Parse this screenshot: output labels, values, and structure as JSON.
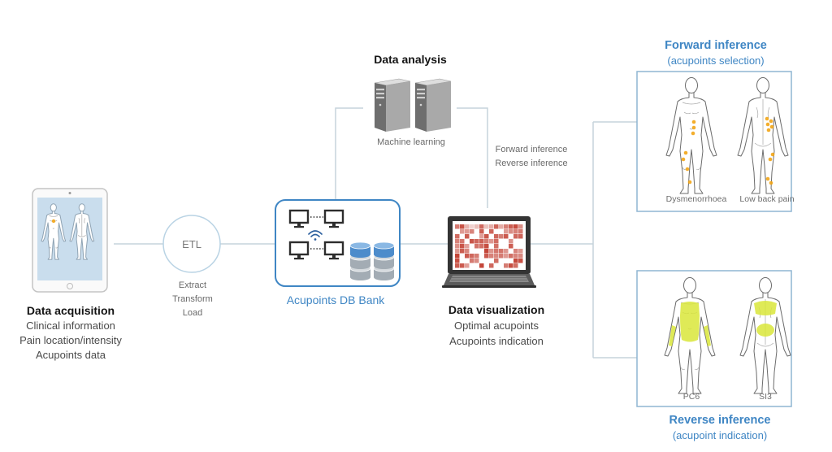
{
  "data_acquisition": {
    "title": "Data acquisition",
    "items": [
      "Clinical information",
      "Pain location/intensity",
      "Acupoints data"
    ]
  },
  "etl": {
    "label": "ETL",
    "steps": [
      "Extract",
      "Transform",
      "Load"
    ]
  },
  "db_bank": {
    "label": "Acupoints DB Bank"
  },
  "data_analysis": {
    "title": "Data analysis",
    "caption": "Machine learning",
    "outputs": [
      "Forward inference",
      "Reverse inference"
    ]
  },
  "data_visualization": {
    "title": "Data visualization",
    "items": [
      "Optimal acupoints",
      "Acupoints indication"
    ]
  },
  "forward_inference": {
    "title": "Forward inference",
    "subtitle": "(acupoints selection)",
    "figure_labels": [
      "Dysmenorrhoea",
      "Low back pain"
    ]
  },
  "reverse_inference": {
    "title": "Reverse inference",
    "subtitle": "(acupoint indication)",
    "figure_labels": [
      "PC6",
      "SI3"
    ]
  },
  "icons": {
    "acquisition_device": "tablet-icon",
    "etl": "etl-node",
    "db_computers": "monitor-icon",
    "db_network": "wifi-icon",
    "db_storage": "database-icon",
    "analysis": "server-icon",
    "visualization": "laptop-icon",
    "figures": "human-body-icon"
  },
  "colors": {
    "accent_blue": "#3f86c4",
    "connector": "#c6d3dc",
    "panel_border": "#8fb5d2",
    "acupoint_marker": "#f2a516",
    "indication_highlight": "#d9e63a",
    "heatmap": "#c0392b"
  }
}
